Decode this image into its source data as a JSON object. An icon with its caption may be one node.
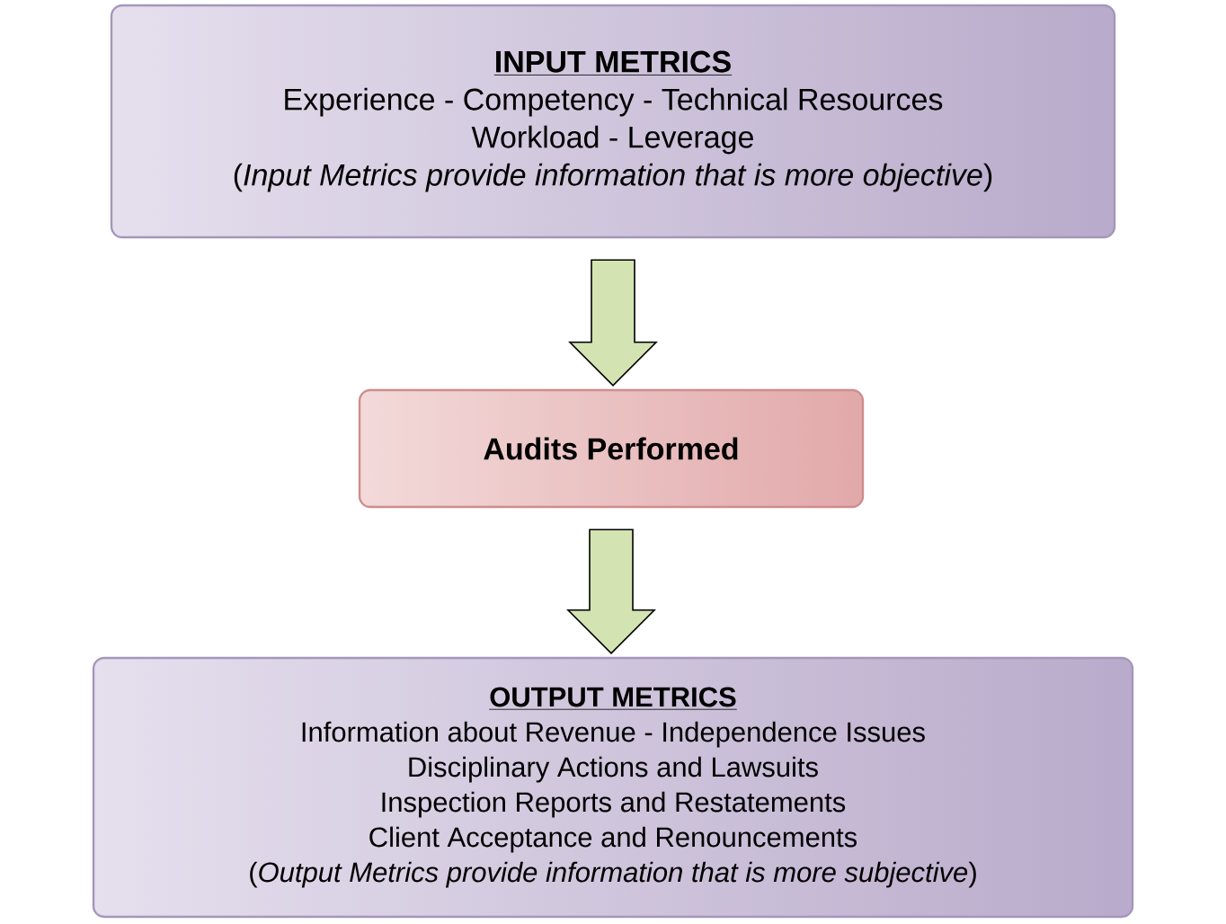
{
  "diagram": {
    "nodes": [
      {
        "text": [
          "INPUT METRICS",
          "Experience - Competency - Technical Resources",
          "Workload - Leverage",
          "(*Input Metrics provide information that is more objective*)"
        ]
      },
      {
        "text": [
          "Audits Performed"
        ]
      },
      {
        "text": [
          "OUTPUT METRICS",
          "Information about Revenue - Independence Issues",
          "Disciplinary Actions and Lawsuits",
          "Inspection Reports and Restatements",
          "Client Acceptance and Renouncements",
          "(*Output Metrics provide information that is more subjective*)"
        ]
      }
    ],
    "edges": [
      {
        "from": 0,
        "to": 1,
        "arrow": "to"
      },
      {
        "from": 1,
        "to": 2,
        "arrow": "to"
      }
    ]
  }
}
